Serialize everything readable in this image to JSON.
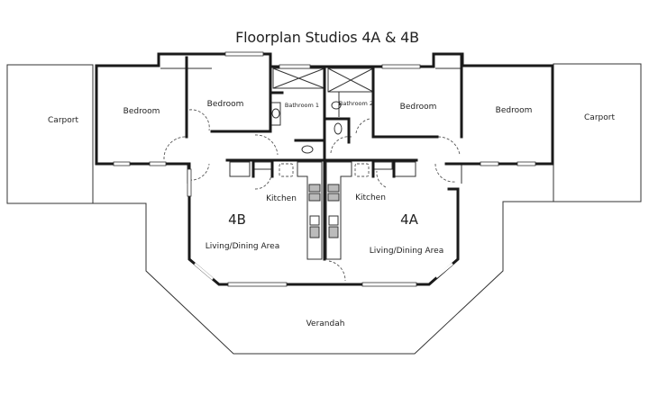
{
  "title": "Floorplan Studios 4A & 4B",
  "rooms": {
    "carport_left": "Carport",
    "bedroom_left_1": "Bedroom",
    "bedroom_left_2": "Bedroom",
    "bathroom_1": "Bathroom 1",
    "bathroom_2": "Bathroom 2",
    "bedroom_right_1": "Bedroom",
    "bedroom_right_2": "Bedroom",
    "carport_right": "Carport",
    "kitchen_4b": "Kitchen",
    "kitchen_4a": "Kitchen",
    "unit_4b": "4B",
    "unit_4a": "4A",
    "living_4b": "Living/Dining Area",
    "living_4a": "Living/Dining Area",
    "verandah": "Verandah"
  },
  "colors": {
    "wall": "#1a1a1a",
    "line": "#333333",
    "window": "#ffffff",
    "background": "#ffffff"
  }
}
